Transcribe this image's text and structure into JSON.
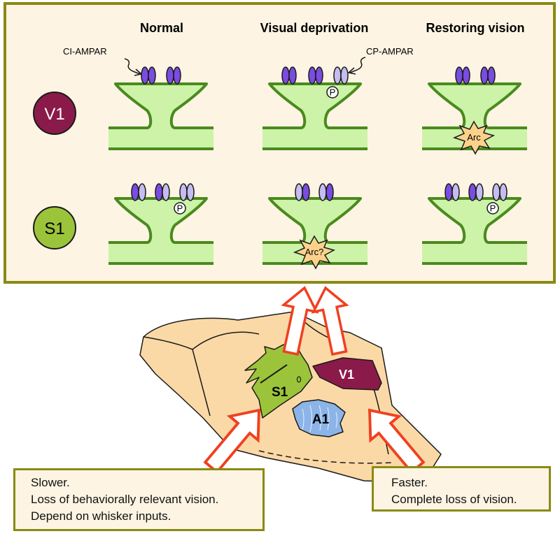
{
  "columns": [
    "Normal",
    "Visual deprivation",
    "Restoring vision"
  ],
  "rows": [
    "V1",
    "S1"
  ],
  "receptor_labels": {
    "ci": "CI-AMPAR",
    "cp": "CP-AMPAR"
  },
  "marks": {
    "phospho": "P",
    "arc": "Arc",
    "arc_uncertain": "Arc?"
  },
  "brain_regions": {
    "s1": "S1",
    "v1": "V1",
    "a1": "A1"
  },
  "left_note": [
    "Slower.",
    "Loss of behaviorally relevant vision.",
    "Depend on whisker inputs."
  ],
  "right_note": [
    "Faster.",
    "Complete loss of vision."
  ],
  "colors": {
    "panel_bg": "#fdf4e3",
    "panel_border": "#8a8a14",
    "spine_fill": "#ccf3a8",
    "spine_stroke": "#4a8a1e",
    "ci_receptor": "#7a4ce0",
    "cp_receptor": "#c5bdf0",
    "v1": "#8a1a4a",
    "s1": "#9cc43a",
    "a1": "#8cb4e8",
    "brain": "#fbd9a6",
    "arrow": "#f04020",
    "arc": "#fcd28a"
  },
  "icons": [
    "spine-icon",
    "receptor-icon",
    "phospho-icon",
    "arc-burst-icon",
    "brain-icon",
    "hollow-arrow-icon"
  ]
}
